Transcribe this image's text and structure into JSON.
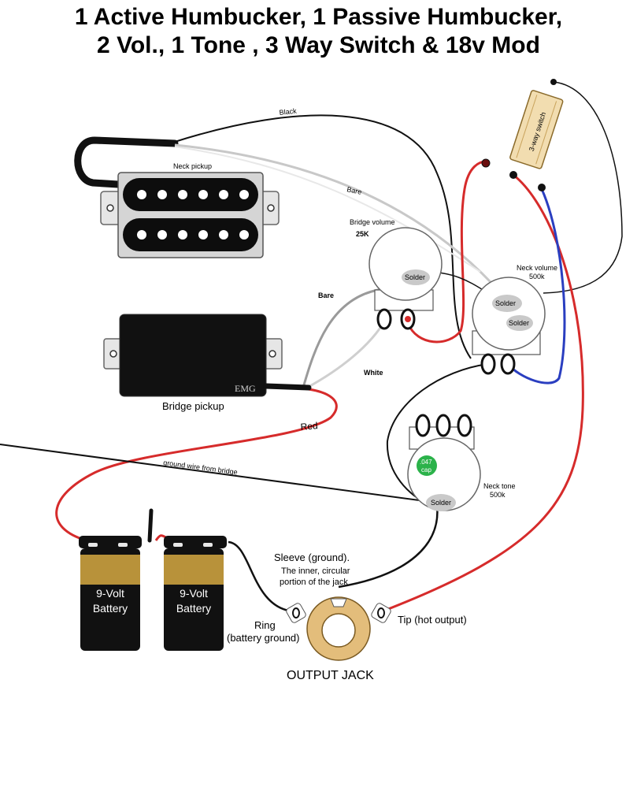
{
  "title": {
    "line1": "1 Active Humbucker, 1 Passive Humbucker,",
    "line2": "2 Vol., 1 Tone , 3 Way Switch & 18v Mod"
  },
  "neck_pickup": {
    "label": "Neck pickup"
  },
  "bridge_pickup": {
    "label": "Bridge pickup",
    "brand": "EMG"
  },
  "switch": {
    "label": "3-way switch"
  },
  "bridge_volume": {
    "label": "Bridge volume",
    "value": "25K",
    "solder": "Solder"
  },
  "neck_volume": {
    "label": "Neck volume",
    "value": "500k",
    "solder1": "Solder",
    "solder2": "Solder"
  },
  "neck_tone": {
    "label": "Neck tone",
    "value": "500k",
    "cap_line1": ".047",
    "cap_line2": "cap",
    "solder": "Solder"
  },
  "wires": {
    "black": "Black",
    "bare1": "Bare",
    "bare2": "Bare",
    "white": "White",
    "red": "Red",
    "ground_from_bridge": "ground wire from bridge"
  },
  "batteries": [
    {
      "line1": "9-Volt",
      "line2": "Battery"
    },
    {
      "line1": "9-Volt",
      "line2": "Battery"
    }
  ],
  "jack": {
    "label": "OUTPUT JACK",
    "sleeve_line1": "Sleeve (ground).",
    "sleeve_line2": "The inner, circular",
    "sleeve_line3": "portion of the jack",
    "ring_line1": "Ring",
    "ring_line2": "(battery ground)",
    "tip": "Tip (hot output)"
  },
  "colors": {
    "red_wire": "#d62b2b",
    "blue_wire": "#2a3ec0",
    "bare_wire": "#b8b8b8",
    "cap_green": "#2bb24a",
    "battery_gold": "#b8923a",
    "jack_ring": "#e3bd7b",
    "switch_body": "#f2ddb0"
  }
}
